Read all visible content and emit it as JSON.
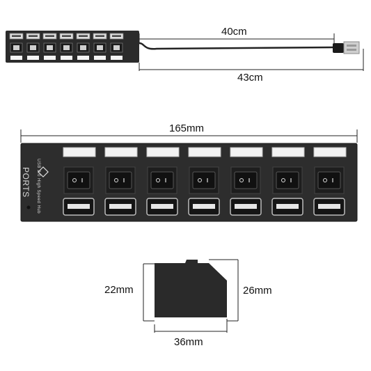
{
  "top_view": {
    "cable_length_label": "40cm",
    "total_length_label": "43cm"
  },
  "front_view": {
    "width_label": "165mm",
    "brand_text": "PORTS",
    "brand_subtext": "USB 2.0 High Speed Hub",
    "port_count": 7
  },
  "side_view": {
    "height_left_label": "22mm",
    "height_right_label": "26mm",
    "depth_label": "36mm"
  }
}
